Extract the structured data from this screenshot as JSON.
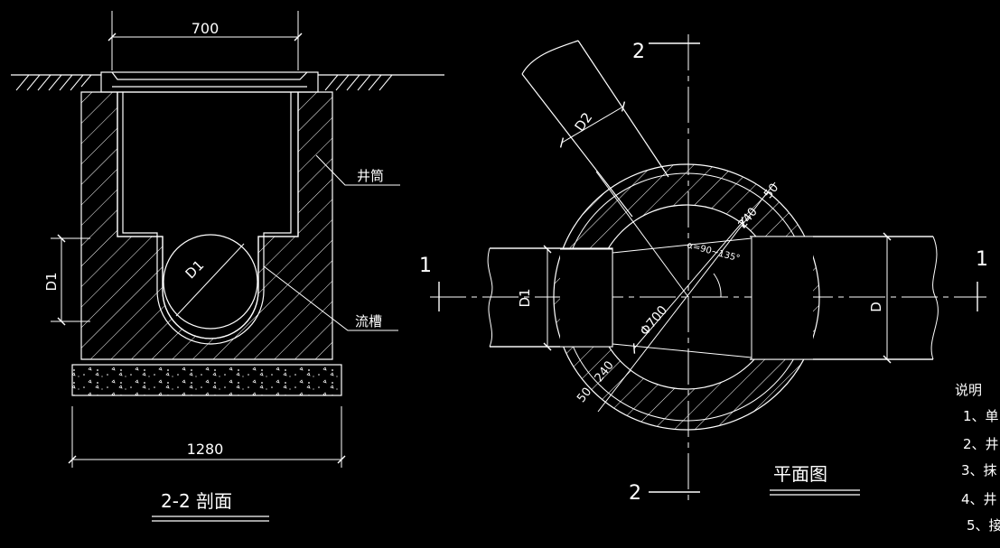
{
  "section": {
    "title": "2-2 剖面",
    "dim_top": "700",
    "dim_bottom": "1280",
    "dim_side": "D1",
    "label_wall": "井筒",
    "label_channel": "流槽",
    "label_pipe": "D1"
  },
  "plan": {
    "title": "平面图",
    "mark_section_top": "2",
    "mark_section_bottom": "2",
    "mark_left": "1",
    "mark_right": "1",
    "dim_branch": "D2",
    "dim_diameter": "Φ700",
    "dim_wall_1": "240",
    "dim_wall_2": "50",
    "dim_wall_3": "240",
    "dim_wall_4": "50",
    "dim_left_pipe": "D1",
    "dim_right_pipe": "D",
    "angle": "α=90~135°"
  },
  "notes": {
    "heading": "说明",
    "items": [
      "1、单",
      "2、井",
      "3、抹",
      "4、井",
      "5、接"
    ]
  },
  "colors": {
    "background": "#000000",
    "line": "#ffffff"
  }
}
